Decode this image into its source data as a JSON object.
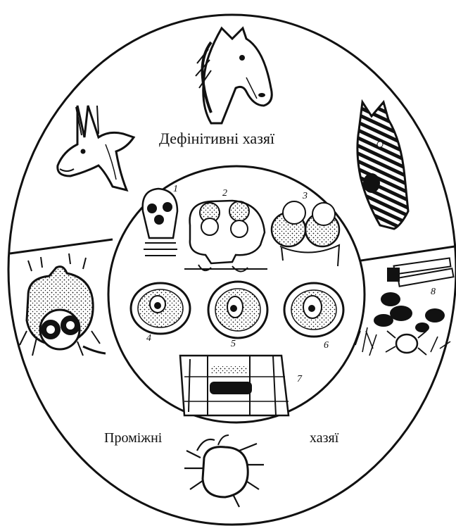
{
  "labels": {
    "definitive_hosts": "Дефінітивні хазяї",
    "intermediate_left": "Проміжні",
    "intermediate_right": "хазяї"
  },
  "stage_numbers": [
    "1",
    "2",
    "3",
    "4",
    "5",
    "6",
    "7",
    "8"
  ],
  "hosts": {
    "definitive": [
      "horse-head-icon",
      "donkey-head-icon",
      "zebra-head-icon"
    ],
    "intermediate": [
      "mite-with-egg-icon",
      "mite-on-grass-icon",
      "mite-icon"
    ]
  },
  "colors": {
    "ink": "#111111",
    "paper": "#ffffff"
  }
}
